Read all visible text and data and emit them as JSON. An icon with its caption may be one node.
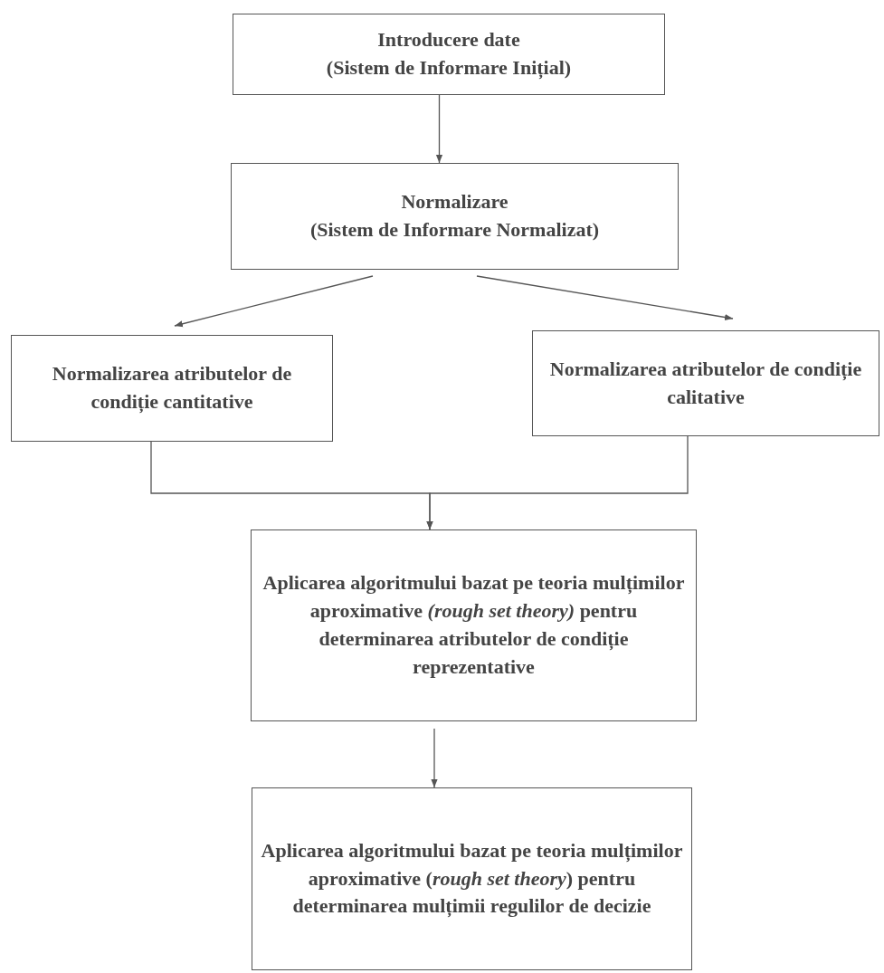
{
  "diagram": {
    "nodes": [
      {
        "text": [
          "Introducere date",
          "(Sistem de Informare Inițial)"
        ]
      },
      {
        "text": [
          "Normalizare",
          "(Sistem de Informare Normalizat)"
        ]
      },
      {
        "text": [
          "Normalizarea atributelor de condiție cantitative"
        ]
      },
      {
        "text": [
          "Normalizarea atributelor de condiție calitative"
        ]
      },
      {
        "text": [
          "Aplicarea algoritmului bazat pe teoria mulțimilor aproximative *(rough set theory)* pentru determinarea atributelor de condiție reprezentative"
        ]
      },
      {
        "text": [
          "Aplicarea algoritmului bazat pe teoria mulțimilor aproximative (*rough set theory*) pentru determinarea mulțimii regulilor de decizie"
        ]
      }
    ],
    "edges": [
      {
        "from": 0,
        "to": 1,
        "arrow": "to"
      },
      {
        "from": 1,
        "to": 2,
        "arrow": "to"
      },
      {
        "from": 1,
        "to": 3,
        "arrow": "to"
      },
      {
        "from": 2,
        "to": 4,
        "arrow": "to"
      },
      {
        "from": 3,
        "to": 4,
        "arrow": "to"
      },
      {
        "from": 4,
        "to": 5,
        "arrow": "to"
      }
    ]
  }
}
